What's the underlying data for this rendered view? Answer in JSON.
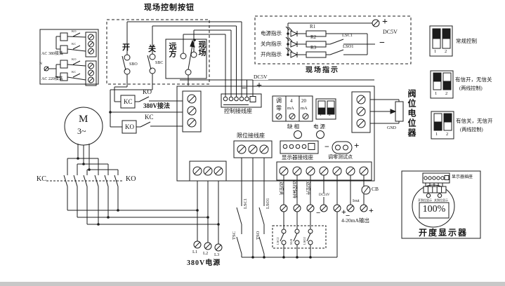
{
  "colors": {
    "ink": "#1c1c1c",
    "paper": "#ffffff"
  },
  "ac": {
    "ac380": "AC 380接法",
    "ac220": "AC 220接法",
    "n": "N",
    "k1": "KO",
    "k2": "KC",
    "k3": "KO",
    "k4": "KC"
  },
  "btn": {
    "title": "现场控制按钮",
    "open": "开",
    "close": "关",
    "sbo": "SBO",
    "sbc": "SBC",
    "remote": "远方",
    "local": "现场"
  },
  "ind": {
    "title": "现场指示",
    "power": "电源指示",
    "close_dir": "关向指示",
    "open_dir": "开向指示",
    "r1": "R1",
    "r2": "R2",
    "r3": "R3",
    "lsc1": "LSC1",
    "lso1": "LSO1",
    "dc5v": "DC5V",
    "plus": "+",
    "minus": "−"
  },
  "dips": {
    "d1": {
      "label": "常规控制",
      "n1": "1",
      "n2": "2"
    },
    "d2": {
      "label": "有信开，无信关",
      "sub": "(两线控制)",
      "n1": "1",
      "n2": "2"
    },
    "d3": {
      "label": "有信关，无信开",
      "sub": "(两线控制)",
      "n1": "1",
      "n2": "2"
    }
  },
  "rly": {
    "kc": "KC",
    "ko": "KO",
    "ko_c": "KO",
    "kc_c": "KC",
    "w380": "380V接法"
  },
  "mot": {
    "m": "M",
    "ph": "3~"
  },
  "ctr": {
    "kc": "KC",
    "ko": "KO"
  },
  "brd": {
    "dc5v": "DC5V",
    "minus": "−",
    "plus": "+",
    "ctrl": "控制接线座",
    "limit": "限位接线座",
    "disp": "显示器接线座",
    "c1a": "调",
    "c1b": "零",
    "c2a": "4",
    "c2b": "mA",
    "c3a": "20",
    "c3b": "mA",
    "lack": "缺相",
    "pow": "电源",
    "n1": "1",
    "n2": "2",
    "zt_minus": "−",
    "zt_plus": "+",
    "zt": "调零测试点",
    "gnd": "GND",
    "pot": "阀位电位器"
  },
  "bot": {
    "rc": "远控关",
    "rh": "远控保持",
    "ro": "远控开",
    "dc24": "DC24V",
    "iout": "Iout",
    "cb": "CB",
    "out": "4-20mA输出",
    "m1": "−",
    "p1": "+",
    "m2": "−",
    "p2": "+",
    "s1": "LSC2",
    "s2": "SLB",
    "s3": "LSO2",
    "lsc1": "LSC1",
    "tsc": "TSC",
    "lso1": "LSO1",
    "tso": "TSO"
  },
  "pwr": {
    "l1": "L1",
    "l2": "L2",
    "l3": "L3",
    "cap": "380V电源"
  },
  "dsp": {
    "socket": "显示器插座",
    "oi": "开到位显示",
    "ci": "关到位显示",
    "val": "100%",
    "cap": "开度显示器"
  }
}
